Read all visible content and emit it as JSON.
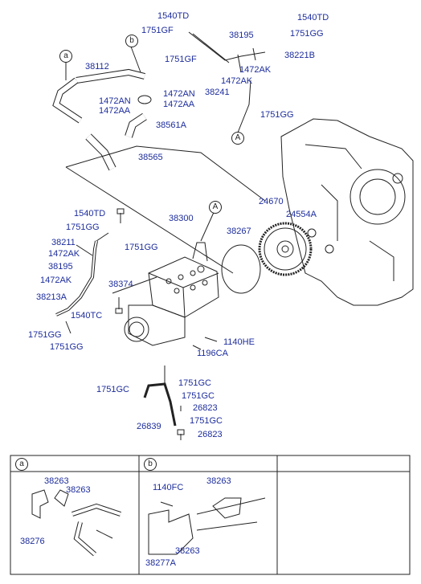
{
  "labels": {
    "l1540TD_top": "1540TD",
    "l1751GF_top": "1751GF",
    "l1540TD_tr": "1540TD",
    "l1751GG_tr": "1751GG",
    "l38195_top": "38195",
    "l38221B": "38221B",
    "l1751GF_mid": "1751GF",
    "l1472AK_r": "1472AK",
    "l1472AK_r2": "1472AK",
    "l38241": "38241",
    "l38112": "38112",
    "l1472AN": "1472AN",
    "l1472AA": "1472AA",
    "l1472AN_b": "1472AN",
    "l1472AA_b": "1472AA",
    "l38561A": "38561A",
    "l1751GG_mid": "1751GG",
    "l38565": "38565",
    "l24670": "24670",
    "l24554A": "24554A",
    "l1540TD_m": "1540TD",
    "l38300": "38300",
    "l1751GG_m": "1751GG",
    "l38267": "38267",
    "l38211": "38211",
    "l1751GG_m2": "1751GG",
    "l1472AK_m": "1472AK",
    "l38195_m": "38195",
    "l1472AK_m2": "1472AK",
    "l38374": "38374",
    "l38213A": "38213A",
    "l1540TC": "1540TC",
    "l1751GG_l": "1751GG",
    "l1751GG_l2": "1751GG",
    "l1140HE": "1140HE",
    "l1196CA": "1196CA",
    "l1751GC_1": "1751GC",
    "l1751GC_2": "1751GC",
    "l1751GC_3": "1751GC",
    "l26823_1": "26823",
    "l26839": "26839",
    "l1751GC_4": "1751GC",
    "l26823_2": "26823",
    "a_38263_1": "38263",
    "a_38263_2": "38263",
    "a_38276": "38276",
    "b_1140FC": "1140FC",
    "b_38263_1": "38263",
    "b_38263_2": "38263",
    "b_38277A": "38277A"
  },
  "callouts": {
    "a": "a",
    "b": "b",
    "A": "A"
  },
  "colors": {
    "label": "#1d2d9c",
    "line": "#222222"
  }
}
